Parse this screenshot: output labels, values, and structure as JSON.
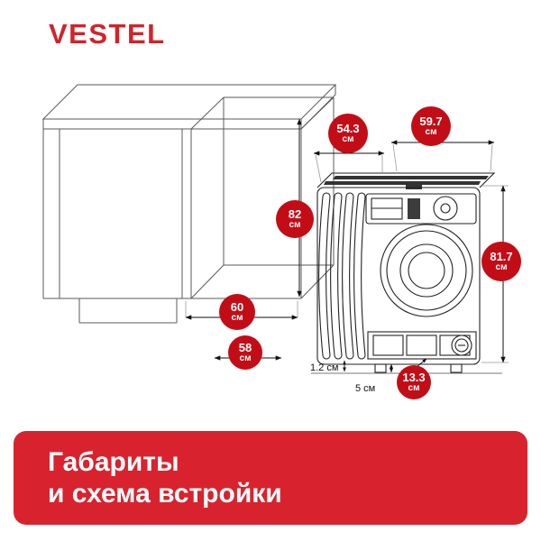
{
  "brand": {
    "logo": "VESTEL"
  },
  "diagram": {
    "badges": {
      "top_depth": {
        "value": "54.3",
        "unit": "см"
      },
      "top_width": {
        "value": "59.7",
        "unit": "см"
      },
      "niche_height": {
        "value": "82",
        "unit": "см"
      },
      "machine_height": {
        "value": "81.7",
        "unit": "см"
      },
      "cabinet_width": {
        "value": "60",
        "unit": "см"
      },
      "cabinet_depth": {
        "value": "58",
        "unit": "см"
      },
      "base_height": {
        "value": "13.3",
        "unit": "см"
      }
    },
    "labels": {
      "gap": "1.2 см",
      "feet": "5 см"
    }
  },
  "banner": {
    "line1": "Габариты",
    "line2": "и схема встройки"
  },
  "colors": {
    "brand_red": "#d2232a",
    "badge_red": "#c30d16",
    "banner_red": "#d8232e"
  }
}
